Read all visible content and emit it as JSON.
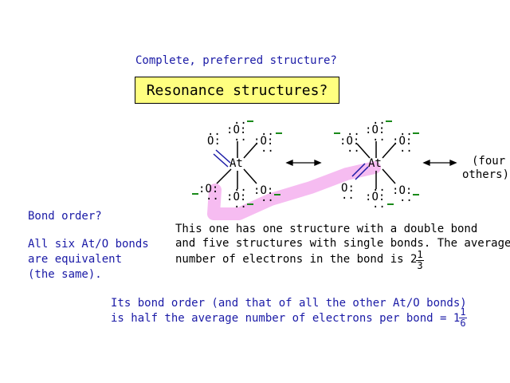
{
  "heading": "Complete, preferred structure?",
  "box_title": "Resonance structures?",
  "structure_left": {
    "center": "At",
    "oxygen": "O"
  },
  "structure_right": {
    "center": "At",
    "oxygen": "O"
  },
  "four_others": [
    "(four",
    "others)"
  ],
  "left_notes": {
    "bond_order_q": "Bond order?",
    "equivalent": [
      "All six At/O bonds",
      "are equivalent",
      "(the same)."
    ]
  },
  "explanation": {
    "lines": [
      "This one has one structure with a double bond",
      "and five structures with single bonds. The average",
      "number of electrons in the bond is 2"
    ],
    "frac_num": "1",
    "frac_den": "3"
  },
  "conclusion": {
    "lines": [
      "Its bond order (and that of all the other At/O bonds)",
      "is half the average number of electrons per bond = 1"
    ],
    "frac_num": "1",
    "frac_den": "6"
  },
  "colors": {
    "blue_text": "#1a1aa6",
    "highlight": "#f5b8f0",
    "box_fill": "#ffff80",
    "charge": "#1a8a1a",
    "double_bond": "#1a1aa6"
  }
}
